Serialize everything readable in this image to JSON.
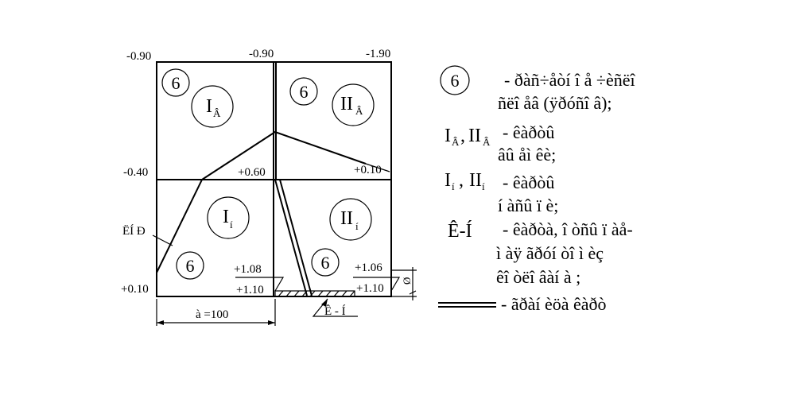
{
  "diagram": {
    "elevations": {
      "top_left": "-0.90",
      "top_mid": "-0.90",
      "top_right": "-1.90",
      "mid_left": "-0.40",
      "center_a": "+0.60",
      "center_b": "+0.10",
      "bottom_left": "+0.10",
      "mid_bottom": "+1.08",
      "mid_bottom2": "+1.10",
      "right_bottom": "+1.06",
      "right_bottom2": "+1.10"
    },
    "zone_number": "6",
    "zones": {
      "top_left": {
        "roman": "I",
        "sub": "Â"
      },
      "top_right": {
        "roman": "II",
        "sub": "Â"
      },
      "bottom_left": {
        "roman": "I",
        "sub": "í"
      },
      "bottom_right": {
        "roman": "II",
        "sub": "í"
      }
    },
    "label_left": "ËÍ Ð",
    "label_channel": "Ê - Í",
    "dimension": "à =100",
    "label_right_side": "Ø"
  },
  "legend": {
    "circle_number": "6",
    "item1_line1": "- ðàñ÷åòí î å ÷èñëî",
    "item1_line2": "ñëî åâ (ÿðóñî â);",
    "item2_sym_a": "I",
    "item2_sub_a": "Â",
    "item2_sep": ", ",
    "item2_sym_b": "II",
    "item2_sub_b": "Â",
    "item2_line1": "- êàðòû",
    "item2_line2": "âû åì êè;",
    "item3_sym_a": "I",
    "item3_sub_a": "í",
    "item3_sep": " ,",
    "item3_sym_b": "II",
    "item3_sub_b": "í",
    "item3_line1": "- êàðòû",
    "item3_line2": "í àñû ï è;",
    "item4_sym": "Ê-Í",
    "item4_line1": "-  êàðòà, î òñû ï àå-",
    "item4_line2": "ì àÿ  ãðóí òî ì   èç",
    "item4_line3": "êî òëî âàí à ;",
    "item5_line1": "- ãðàí èöà êàðò"
  }
}
